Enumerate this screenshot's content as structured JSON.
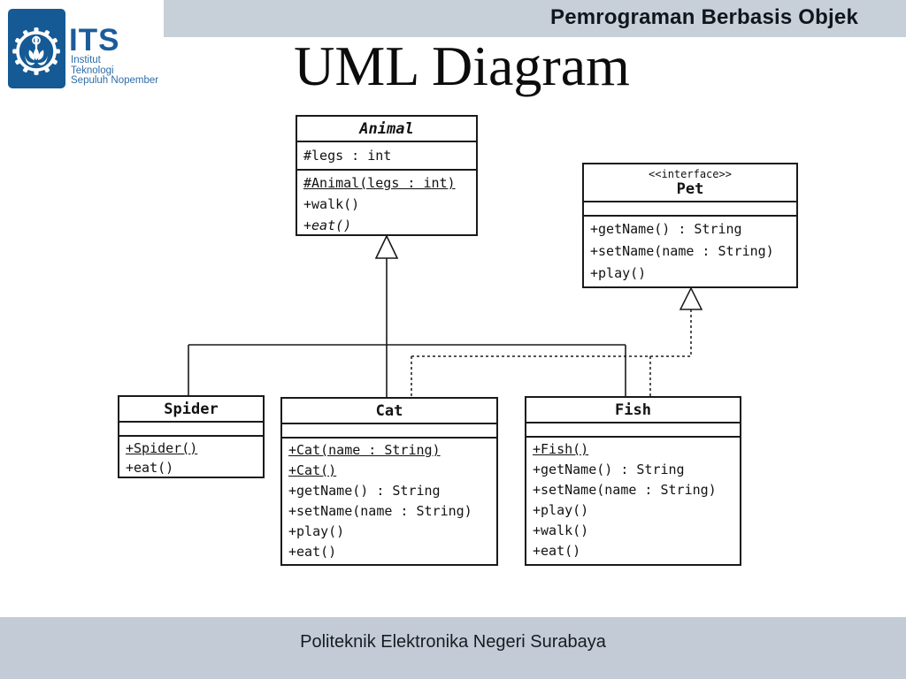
{
  "header": {
    "course_title": "Pemrograman Berbasis Objek"
  },
  "logo": {
    "acronym": "ITS",
    "institution_lines": [
      "Institut",
      "Teknologi",
      "Sepuluh Nopember"
    ],
    "brand_color": "#155a94"
  },
  "slide": {
    "title": "UML Diagram"
  },
  "footer": {
    "text": "Politeknik Elektronika Negeri Surabaya"
  },
  "colors": {
    "header_bar": "#c7d0d9",
    "footer_bar": "#c3ccd6",
    "diagram_line": "#1a1a1a"
  },
  "diagram": {
    "classes": [
      {
        "id": "animal",
        "name": "Animal",
        "abstract": true,
        "stereotype": "",
        "attributes": [
          {
            "text": "#legs : int"
          }
        ],
        "methods": [
          {
            "text": "#Animal(legs : int)",
            "underline": true
          },
          {
            "text": "+walk()"
          },
          {
            "text": "+eat()",
            "italic": true
          }
        ]
      },
      {
        "id": "pet",
        "name": "Pet",
        "abstract": false,
        "stereotype": "<<interface>>",
        "attributes": [],
        "methods": [
          {
            "text": "+getName() : String"
          },
          {
            "text": "+setName(name : String)"
          },
          {
            "text": "+play()"
          }
        ]
      },
      {
        "id": "spider",
        "name": "Spider",
        "abstract": false,
        "stereotype": "",
        "attributes": [],
        "methods": [
          {
            "text": "+Spider()",
            "underline": true
          },
          {
            "text": "+eat()"
          }
        ]
      },
      {
        "id": "cat",
        "name": "Cat",
        "abstract": false,
        "stereotype": "",
        "attributes": [],
        "methods": [
          {
            "text": "+Cat(name : String)",
            "underline": true
          },
          {
            "text": "+Cat()",
            "underline": true
          },
          {
            "text": "+getName() : String"
          },
          {
            "text": "+setName(name : String)"
          },
          {
            "text": "+play()"
          },
          {
            "text": "+eat()"
          }
        ]
      },
      {
        "id": "fish",
        "name": "Fish",
        "abstract": false,
        "stereotype": "",
        "attributes": [],
        "methods": [
          {
            "text": "+Fish()",
            "underline": true
          },
          {
            "text": "+getName() : String"
          },
          {
            "text": "+setName(name : String)"
          },
          {
            "text": "+play()"
          },
          {
            "text": "+walk()"
          },
          {
            "text": "+eat()"
          }
        ]
      }
    ],
    "relations": [
      {
        "from": "Spider",
        "to": "Animal",
        "type": "generalization",
        "line": "solid"
      },
      {
        "from": "Cat",
        "to": "Animal",
        "type": "generalization",
        "line": "solid"
      },
      {
        "from": "Fish",
        "to": "Animal",
        "type": "generalization",
        "line": "solid"
      },
      {
        "from": "Cat",
        "to": "Pet",
        "type": "realization",
        "line": "dashed"
      },
      {
        "from": "Fish",
        "to": "Pet",
        "type": "realization",
        "line": "dashed"
      }
    ]
  }
}
